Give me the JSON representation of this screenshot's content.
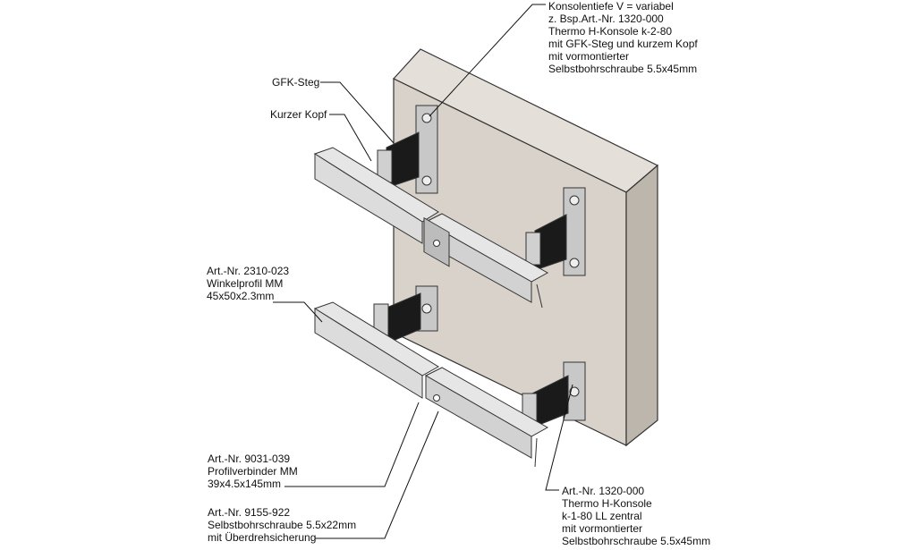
{
  "labels": {
    "konsolentiefe": {
      "lines": [
        "Konsolentiefe V = variabel",
        "z. Bsp.Art.-Nr. 1320-000",
        "Thermo H-Konsole k-2-80",
        "mit GFK-Steg und kurzem Kopf",
        "mit vormontierter",
        "Selbstbohrschraube 5.5x45mm"
      ]
    },
    "gfk_steg": {
      "lines": [
        "GFK-Steg"
      ]
    },
    "kurzer_kopf": {
      "lines": [
        "Kurzer Kopf"
      ]
    },
    "winkelprofil": {
      "lines": [
        "Art.-Nr. 2310-023",
        "Winkelprofil MM",
        "45x50x2.3mm"
      ]
    },
    "profilverbinder": {
      "lines": [
        "Art.-Nr. 9031-039",
        "Profilverbinder MM",
        "39x4.5x145mm"
      ]
    },
    "schraube": {
      "lines": [
        "Art.-Nr. 9155-922",
        "Selbstbohrschraube 5.5x22mm",
        "mit Überdrehsicherung"
      ]
    },
    "konsole_k1": {
      "lines": [
        "Art.-Nr. 1320-000",
        "Thermo H-Konsole",
        "k-1-80 LL zentral",
        "mit vormontierter",
        "Selbstbohrschraube 5.5x45mm"
      ]
    }
  },
  "colors": {
    "wall_front": "#d8d2ca",
    "wall_side": "#bdb6ad",
    "wall_top": "#e4dfd8",
    "rail": "#dcdcdc",
    "rail_dark": "#a9a9a9",
    "gfk": "#1a1a1a",
    "bracket": "#c8c8c8"
  }
}
